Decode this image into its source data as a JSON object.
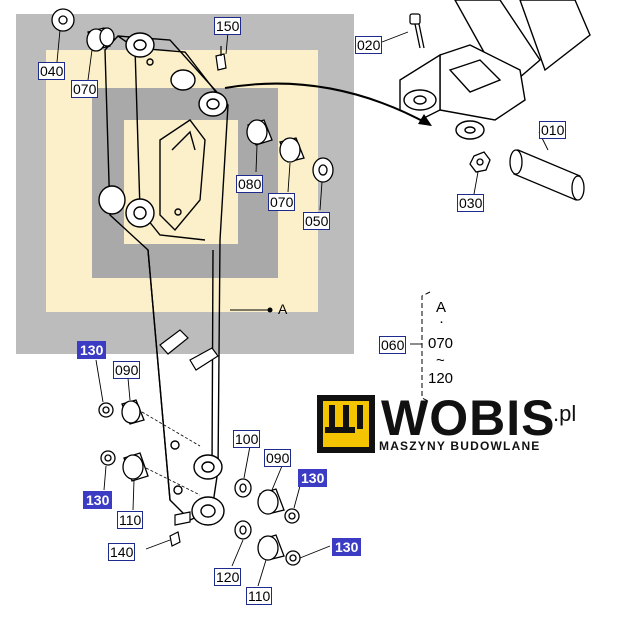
{
  "callouts": {
    "c040": "040",
    "c070a": "070",
    "c150": "150",
    "c020": "020",
    "c010": "010",
    "c080": "080",
    "c070b": "070",
    "c050": "050",
    "c030": "030",
    "c060": "060",
    "c090a": "090",
    "c110a": "110",
    "c100": "100",
    "c090b": "090",
    "c140": "140",
    "c120": "120",
    "c110b": "110",
    "h130a": "130",
    "h130b": "130",
    "h130c": "130",
    "h130d": "130"
  },
  "ref_a": "A",
  "note": {
    "ref": "A",
    "dot": "·",
    "from": "070",
    "tilde": "~",
    "to": "120"
  },
  "logo": {
    "name": "WOBIS",
    "tld": ".pl",
    "tagline": "MASZYNY BUDOWLANE"
  },
  "colors": {
    "overlay_gray": "#bcbcbc",
    "overlay_cream": "#fbf0c9",
    "highlight": "#3b3bc4"
  }
}
